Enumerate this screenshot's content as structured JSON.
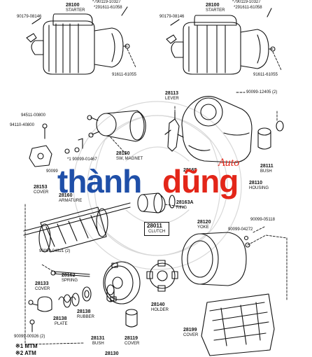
{
  "watermark": {
    "part1": "thành",
    "part2": "dũng",
    "tag": "Auto",
    "color_blue": "#1f4fa8",
    "color_red": "#e32619"
  },
  "labels": {
    "p28100_left": "28100",
    "starter_left": "STARTER",
    "p90119_left": "*790119-10327",
    "p91611_left_top": "*291611-61058",
    "p90179_left": "90179-08146",
    "p91611_left_bottom": "91611-61055",
    "p28100_right": "28100",
    "starter_right": "STARTER",
    "p90119_right": "*790119-10327",
    "p91611_right_top": "*291611-61058",
    "p90179_right": "90179-08146",
    "p91611_right_bottom": "91611-61055",
    "p28113": "28113",
    "lever": "LEVER",
    "p90099_12405": "90099-12405 (2)",
    "p94511": "94511-00800",
    "p94110": "94110-40800",
    "p28150": "28150",
    "magnet": "SW, MAGNET",
    "p90099_01467": "*1 90099-01467",
    "p90099_x": "90099",
    "p28153": "28153",
    "cover_28153": "COVER",
    "p28160": "28160",
    "armature": "ARMATURE",
    "p28165": "28165",
    "p28163a": "28163A",
    "ring": "RING",
    "p28011": "28011",
    "clutch": "CLUTCH",
    "p28111": "28111",
    "bush_28111": "BUSH",
    "p28110": "28110",
    "housing": "HOUSING",
    "p90099_05118": "90099-05118",
    "p28120": "28120",
    "yoke": "YOKE",
    "p90099_04272": "90099-04272",
    "p90099_04921": "90099-04921 (2)",
    "p28162": "28162",
    "spring": "SPRING",
    "p28133": "28133",
    "cover_28133": "COVER",
    "p28138": "28138",
    "plate": "PLATE",
    "p28138_2": "28138",
    "rubber": "RUBBER",
    "p28140": "28140",
    "holder": "HOLDER",
    "p28131": "28131",
    "bush_28131": "BUSH",
    "p28119": "28119",
    "cover_28119": "COVER",
    "p28199": "28199",
    "cover_28199": "COVER",
    "p90099_00926": "90099-00926 (2)",
    "p28130": "28130"
  },
  "legend": {
    "line1": "※1 MTM",
    "line2": "※2 ATM"
  }
}
